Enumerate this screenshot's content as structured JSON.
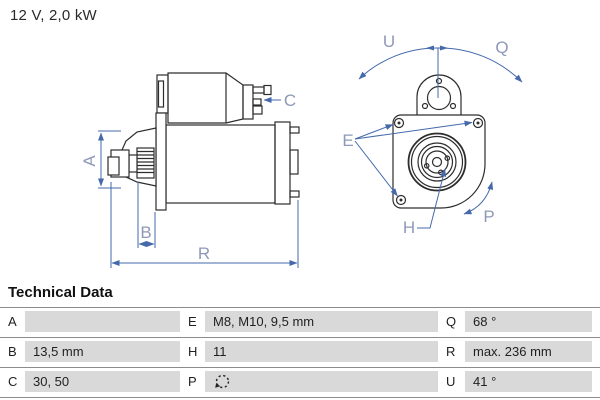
{
  "header": {
    "title": "12 V, 2,0 kW"
  },
  "diagram": {
    "description": "starter-motor technical drawing, side view and mounting-flange front view",
    "labels": {
      "A": "A",
      "B": "B",
      "C": "C",
      "R": "R",
      "E": "E",
      "H": "H",
      "P": "P",
      "Q": "Q",
      "U": "U"
    },
    "colors": {
      "dimension_line_blue": "#4569ab",
      "dimension_label_blue": "#8e99b8",
      "drawing_line": "#2d2d2d"
    }
  },
  "technical_data": {
    "title": "Technical Data",
    "colors": {
      "value_cell_gray": "#d9d9d9",
      "row_line_gray": "#8c8c8c"
    },
    "p_icon": "counterclockwise-rotation-direction-icon",
    "rows": [
      [
        {
          "key": "A",
          "value": ""
        },
        {
          "key": "E",
          "value": "M8, M10, 9,5 mm"
        },
        {
          "key": "Q",
          "value": "68 °"
        }
      ],
      [
        {
          "key": "B",
          "value": "13,5 mm"
        },
        {
          "key": "H",
          "value": "11"
        },
        {
          "key": "R",
          "value": "max. 236 mm"
        }
      ],
      [
        {
          "key": "C",
          "value": "30, 50"
        },
        {
          "key": "P",
          "value": ""
        },
        {
          "key": "U",
          "value": "41 °"
        }
      ]
    ]
  }
}
